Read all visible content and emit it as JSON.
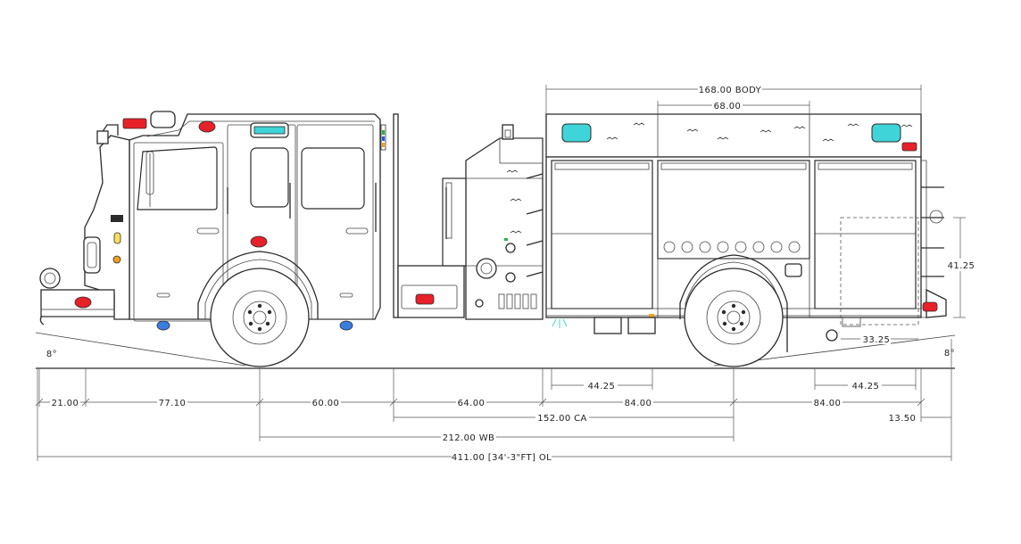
{
  "colors": {
    "line": "#2b2b2b",
    "warning_red": "#e8202a",
    "light_cyan": "#3fd4d8",
    "amber": "#f0a020",
    "marker_blue": "#3a7de0",
    "yellow": "#f5e05a",
    "lightbar_green": "#27b24a",
    "lightbar_blue": "#2b58d8"
  },
  "dimensions": {
    "body": "168.00 BODY",
    "upper_68": "68.00",
    "height_41": "41.25",
    "rear_33": "33.25",
    "comp_left_4425": "44.25",
    "comp_right_4425": "44.25",
    "angle_front": "8°",
    "angle_rear": "8°",
    "front_overhang": "21.00",
    "front_axle": "77.10",
    "axle_to_cab": "60.00",
    "pump_64": "64.00",
    "body_84": "84.00",
    "rear_84": "84.00",
    "rear_1350": "13.50",
    "ca": "152.00 CA",
    "wb": "212.00 WB",
    "ol": "411.00 [34'-3\"FT] OL"
  }
}
